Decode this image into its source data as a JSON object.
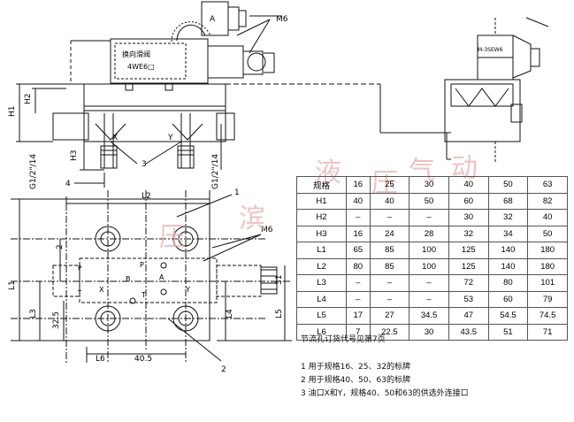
{
  "drawing": {
    "label_a": "A",
    "label_m6_top": "M6",
    "label_m6_side": "M6",
    "valve_name": "换向滑阀",
    "valve_model": "4WE6□",
    "side_model": "M-3SEW6",
    "dim_h1": "H1",
    "dim_h2": "H2",
    "dim_h3": "H3",
    "dim_4": "4",
    "dim_g_left": "G1/2\"/14",
    "dim_g_right": "G1/2\"/14",
    "port_x_top": "X",
    "port_y_top": "Y",
    "callout_3": "3",
    "dim_l2": "L2",
    "callout_1": "1",
    "callout_2": "2",
    "dim_l1": "L1",
    "dim_2": "2",
    "dim_l3": "L3",
    "dim_32_5": "32.5",
    "dim_l4": "L4",
    "dim_l5": "L5",
    "dim_31": "31",
    "dim_l6": "L6",
    "dim_40_5": "40.5",
    "port_p": "P",
    "port_b": "B",
    "port_a": "A",
    "port_t": "T",
    "port_x": "X",
    "port_y": "Y",
    "port_pl": "P",
    "port_ts": "T"
  },
  "watermark": [
    "液",
    "压",
    "气",
    "动",
    "滨",
    "压"
  ],
  "table": {
    "rows": [
      [
        "规格",
        "16",
        "25",
        "30",
        "40",
        "50",
        "63"
      ],
      [
        "H1",
        "40",
        "40",
        "50",
        "60",
        "68",
        "82"
      ],
      [
        "H2",
        "–",
        "–",
        "–",
        "30",
        "32",
        "40"
      ],
      [
        "H3",
        "16",
        "24",
        "28",
        "32",
        "34",
        "50"
      ],
      [
        "L1",
        "65",
        "85",
        "100",
        "125",
        "140",
        "180"
      ],
      [
        "L2",
        "80",
        "85",
        "100",
        "125",
        "140",
        "180"
      ],
      [
        "L3",
        "–",
        "–",
        "–",
        "72",
        "80",
        "101"
      ],
      [
        "L4",
        "–",
        "–",
        "–",
        "53",
        "60",
        "79"
      ],
      [
        "L5",
        "17",
        "27",
        "34.5",
        "47",
        "54.5",
        "74.5"
      ],
      [
        "L6",
        "7",
        "22.5",
        "30",
        "43.5",
        "51",
        "71"
      ]
    ]
  },
  "notes": {
    "footnote": "节流孔订货代号见第7页",
    "n1": "1 用于规格16、25、32的标牌",
    "n2": "2 用于规格40、50、63的标牌",
    "n3": "3 油口X和Y，规格40、50和63的供选外连接口"
  }
}
